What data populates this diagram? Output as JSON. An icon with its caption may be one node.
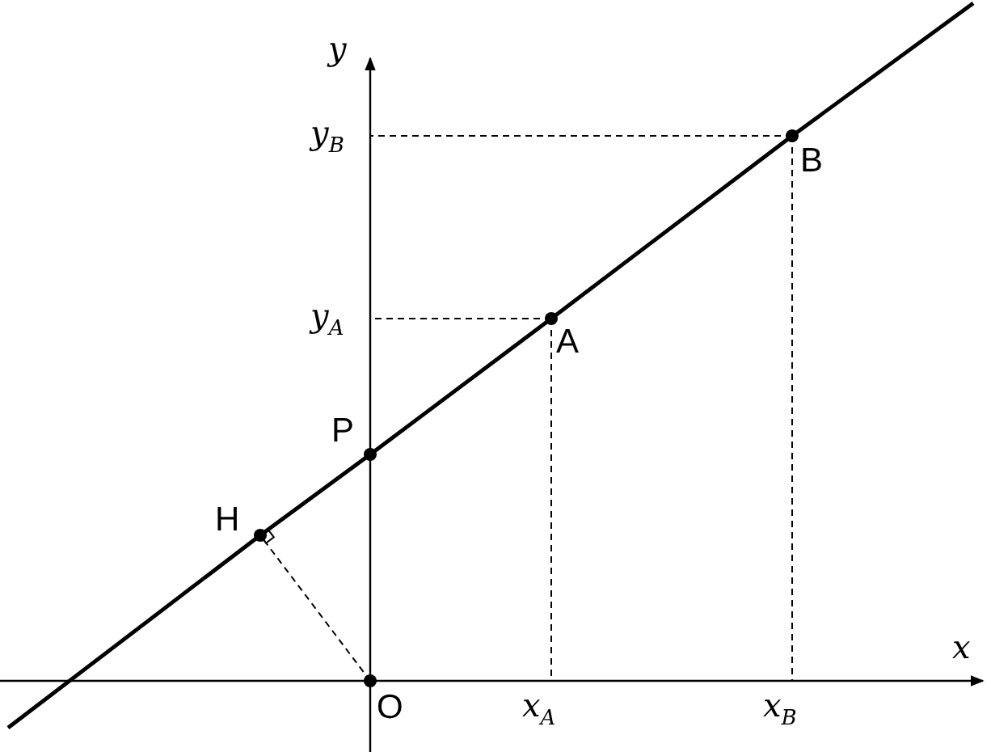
{
  "diagram": {
    "nodes": [
      {
        "text": [
          "O"
        ]
      },
      {
        "text": [
          "P"
        ]
      },
      {
        "text": [
          "H"
        ]
      },
      {
        "text": [
          "A"
        ]
      },
      {
        "text": [
          "B"
        ]
      },
      {
        "text": [
          "y$_{B}$"
        ]
      },
      {
        "text": [
          "y$_{A}$"
        ]
      },
      {
        "text": [
          "x$_{A}$"
        ]
      },
      {
        "text": [
          "x$_{B}$"
        ]
      }
    ],
    "edges": [
      {
        "from": null,
        "to": 2,
        "arrow": "none"
      },
      {
        "from": 2,
        "to": 1,
        "arrow": "none"
      },
      {
        "from": 1,
        "to": 3,
        "arrow": "none"
      },
      {
        "from": 3,
        "to": 4,
        "arrow": "none"
      },
      {
        "from": 4,
        "to": null,
        "arrow": "none"
      },
      {
        "from": 0,
        "to": 2,
        "arrow": "none",
        "style": "dashed"
      },
      {
        "from": 3,
        "to": 7,
        "arrow": "none",
        "style": "dashed"
      },
      {
        "from": 3,
        "to": 6,
        "arrow": "none",
        "style": "dashed"
      },
      {
        "from": 4,
        "to": 8,
        "arrow": "none",
        "style": "dashed"
      },
      {
        "from": 4,
        "to": 5,
        "arrow": "none",
        "style": "dashed"
      }
    ],
    "labels": [
      "y",
      "x"
    ]
  }
}
